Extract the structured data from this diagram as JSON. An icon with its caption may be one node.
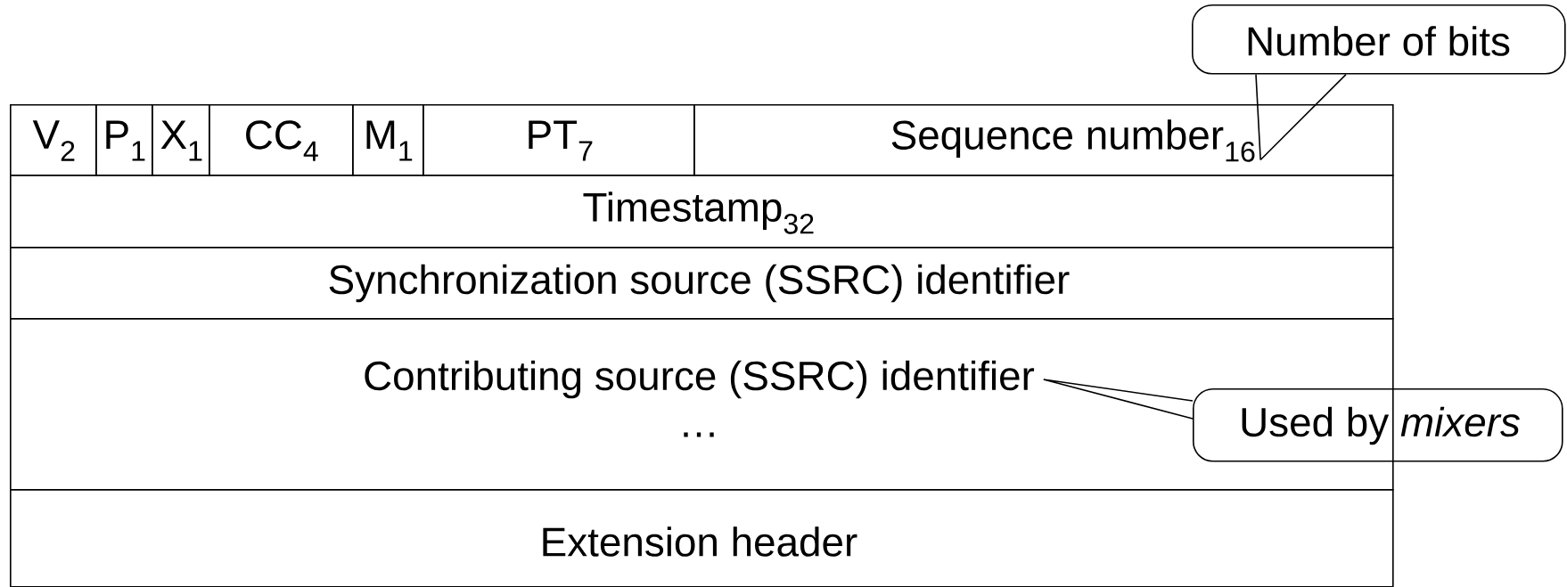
{
  "diagram": {
    "nodes": [
      {
        "text": [
          "V$_{2}$"
        ]
      },
      {
        "text": [
          "P$_{1}$"
        ]
      },
      {
        "text": [
          "X$_{1}$"
        ]
      },
      {
        "text": [
          "CC$_{4}$"
        ]
      },
      {
        "text": [
          "M$_{1}$"
        ]
      },
      {
        "text": [
          "PT$_{7}$"
        ]
      },
      {
        "text": [
          "Sequence number$_{16}$"
        ]
      },
      {
        "text": [
          "Timestamp$_{32}$"
        ]
      },
      {
        "text": [
          "Synchronization source (SSRC) identifier"
        ]
      },
      {
        "text": [
          "Contributing source (SSRC) identifier",
          "…"
        ]
      },
      {
        "text": [
          "Extension header"
        ]
      },
      {
        "text": [
          "Number of bits"
        ]
      },
      {
        "text": [
          "Used by *mixers*"
        ]
      }
    ],
    "edges": [
      {
        "from": 11,
        "to": 6,
        "arrow": "none"
      },
      {
        "from": 12,
        "to": 9,
        "arrow": "none"
      }
    ]
  }
}
